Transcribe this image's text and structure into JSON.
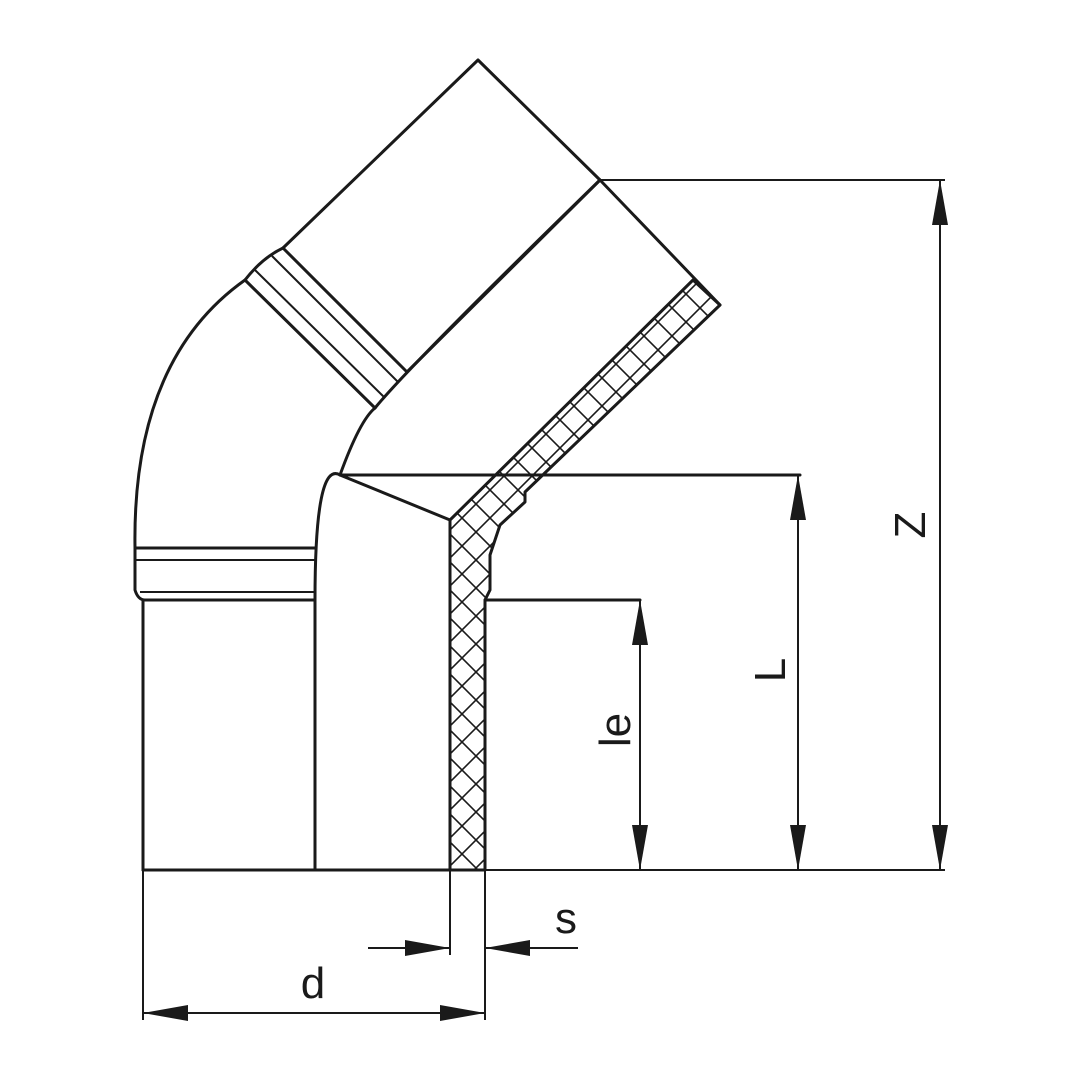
{
  "labels": {
    "z": "Z",
    "l": "L",
    "le": "le",
    "s": "s",
    "d": "d"
  }
}
